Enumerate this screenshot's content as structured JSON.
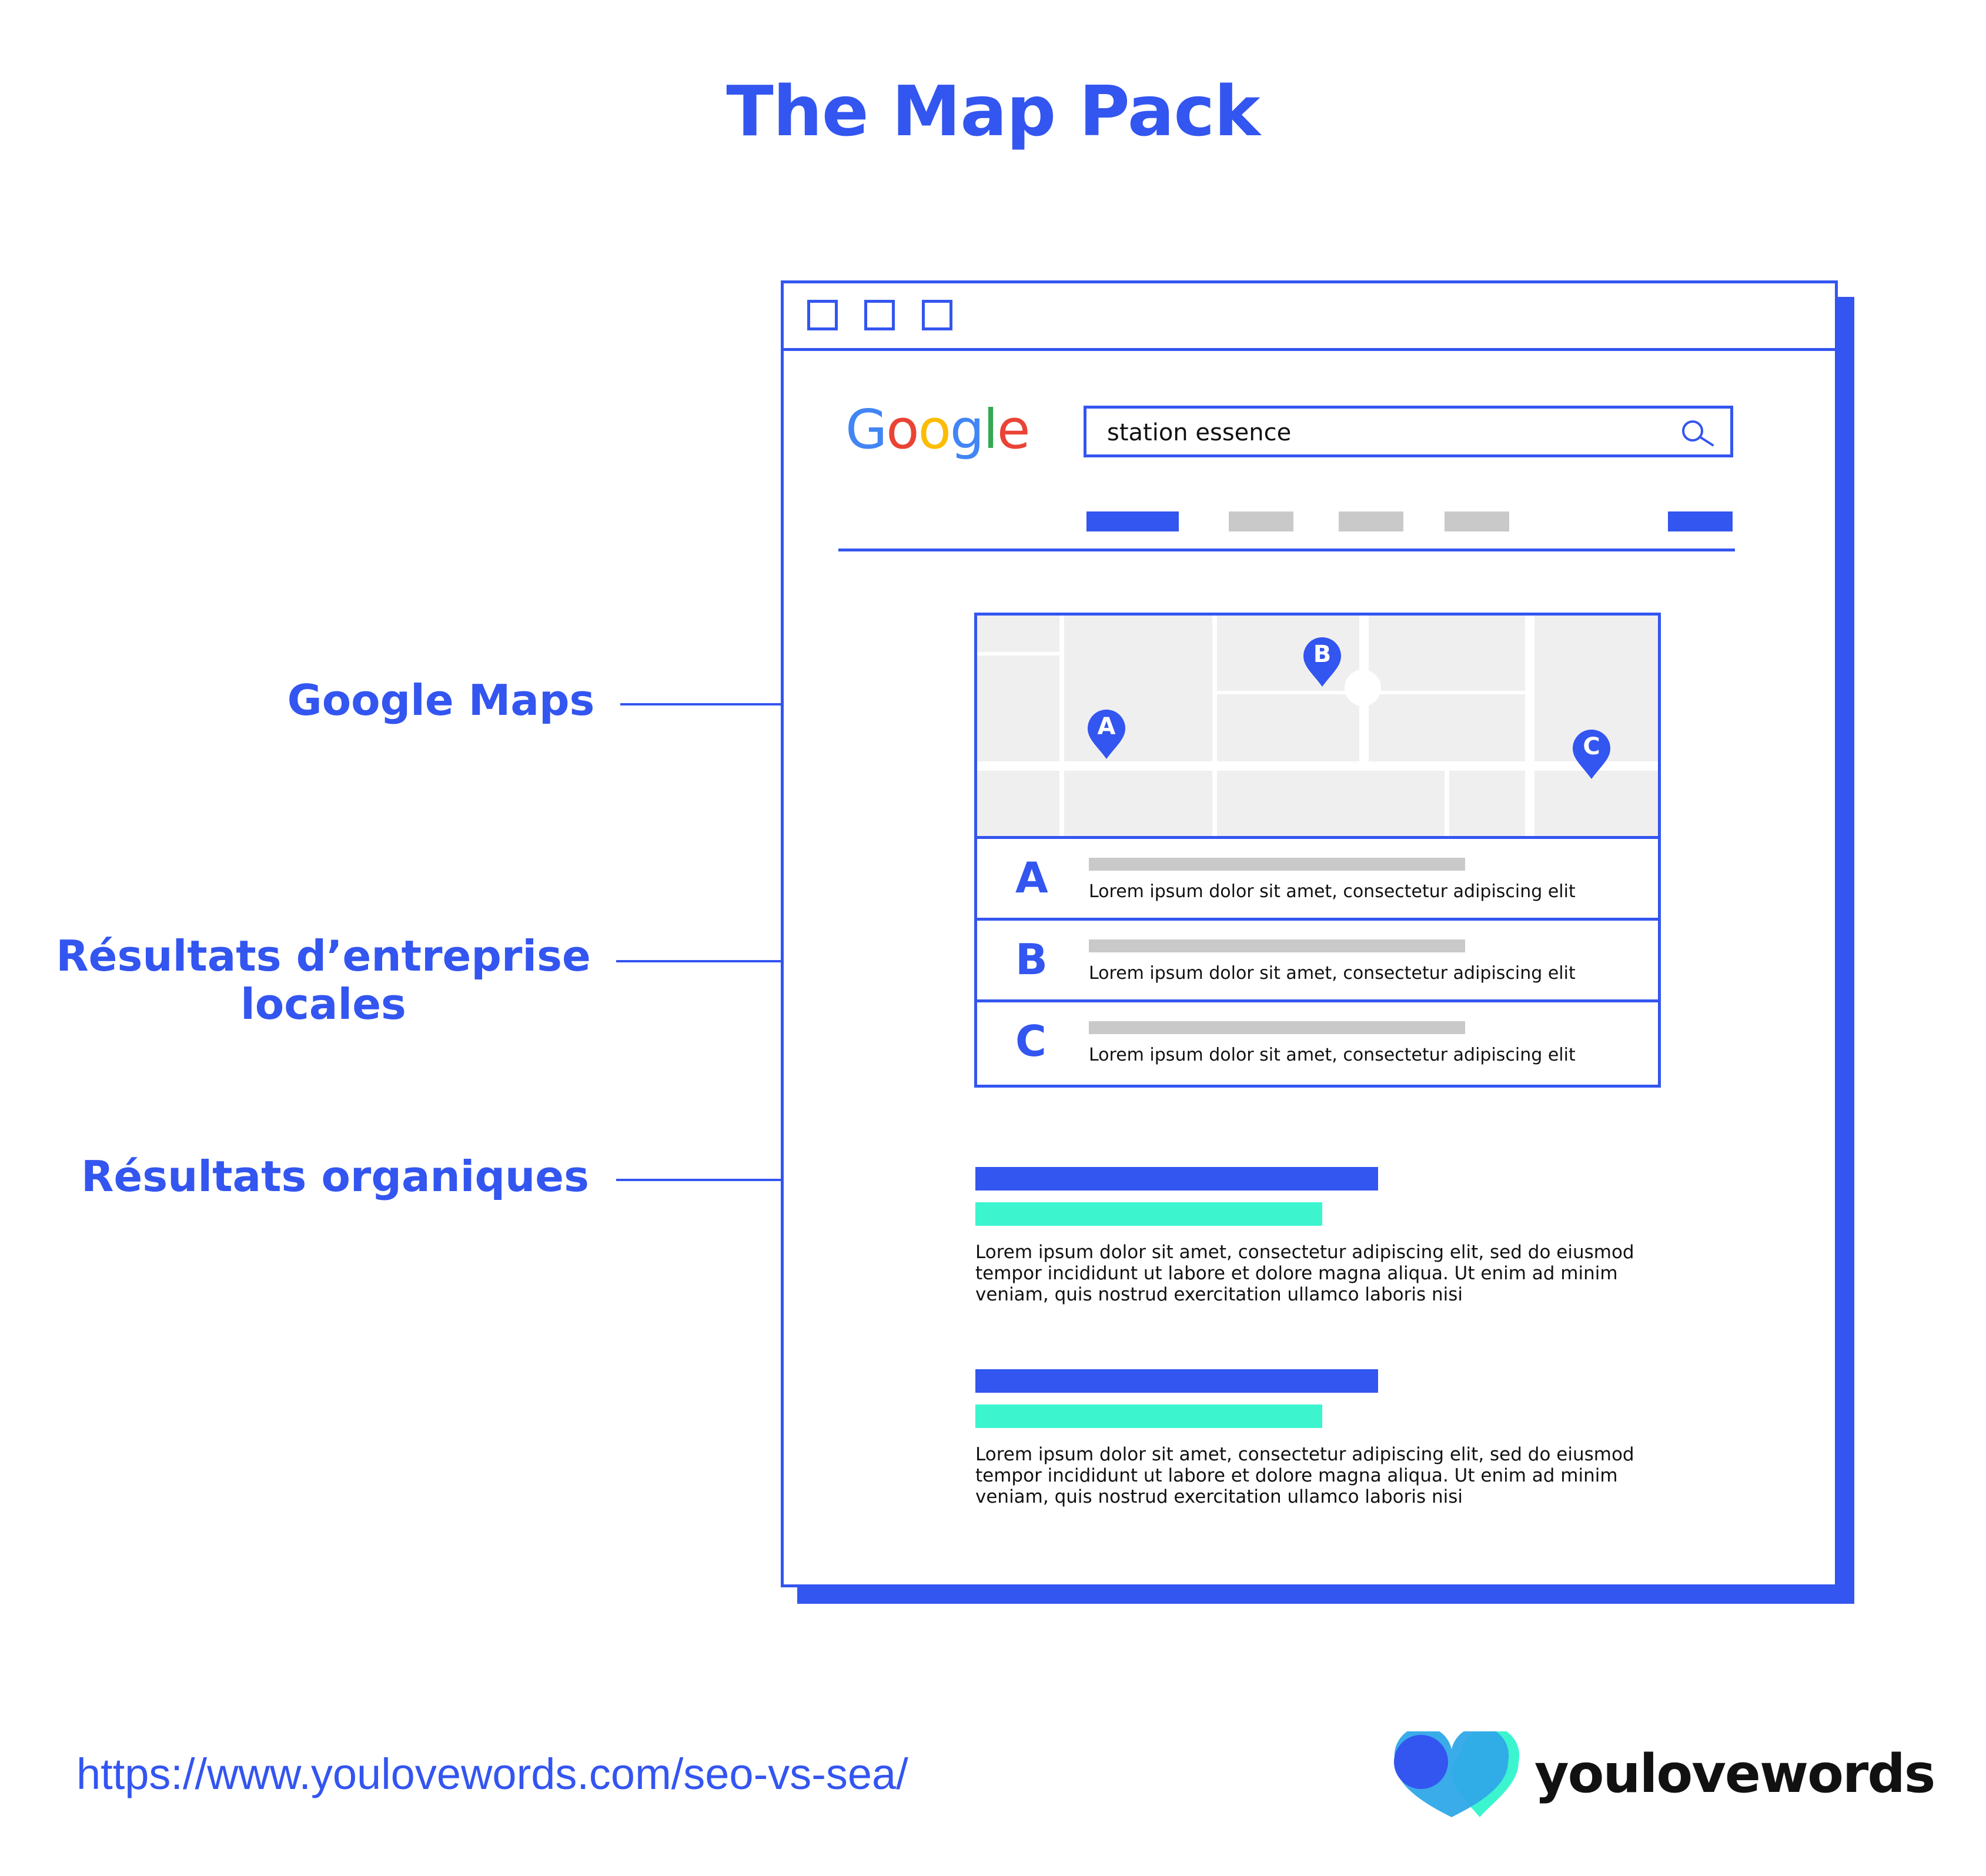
{
  "title": "The Map Pack",
  "labels": {
    "maps": "Google Maps",
    "local_line1": "Résultats d’entreprise",
    "local_line2": "locales",
    "organic": "Résultats organiques"
  },
  "browser": {
    "logo": {
      "G": "G",
      "o1": "o",
      "o2": "o",
      "g": "g",
      "l": "l",
      "e": "e"
    },
    "search_query": "station essence",
    "icons": [
      "window-button-icon",
      "search-icon"
    ]
  },
  "map": {
    "pins": [
      {
        "letter": "A"
      },
      {
        "letter": "B"
      },
      {
        "letter": "C"
      }
    ]
  },
  "local_results": [
    {
      "letter": "A",
      "text": "Lorem ipsum dolor sit amet, consectetur adipiscing elit"
    },
    {
      "letter": "B",
      "text": "Lorem ipsum dolor sit amet, consectetur adipiscing elit"
    },
    {
      "letter": "C",
      "text": "Lorem ipsum dolor sit amet, consectetur adipiscing elit"
    }
  ],
  "organic_results": [
    {
      "text": "Lorem ipsum dolor sit amet, consectetur adipiscing elit, sed do eiusmod tempor incididunt ut labore et dolore magna aliqua. Ut enim ad minim veniam, quis nostrud exercitation ullamco laboris nisi"
    },
    {
      "text": "Lorem ipsum dolor sit amet, consectetur adipiscing elit, sed do eiusmod tempor incididunt ut labore et dolore magna aliqua. Ut enim ad minim veniam, quis nostrud exercitation ullamco laboris nisi"
    }
  ],
  "footer": {
    "url": "https://www.youlovewords.com/seo-vs-sea/",
    "brand": "youlovewords"
  },
  "colors": {
    "accent": "#3355F0",
    "teal": "#3CF5CF",
    "grey": "#C9C9C9",
    "map": "#EFEFEF"
  }
}
